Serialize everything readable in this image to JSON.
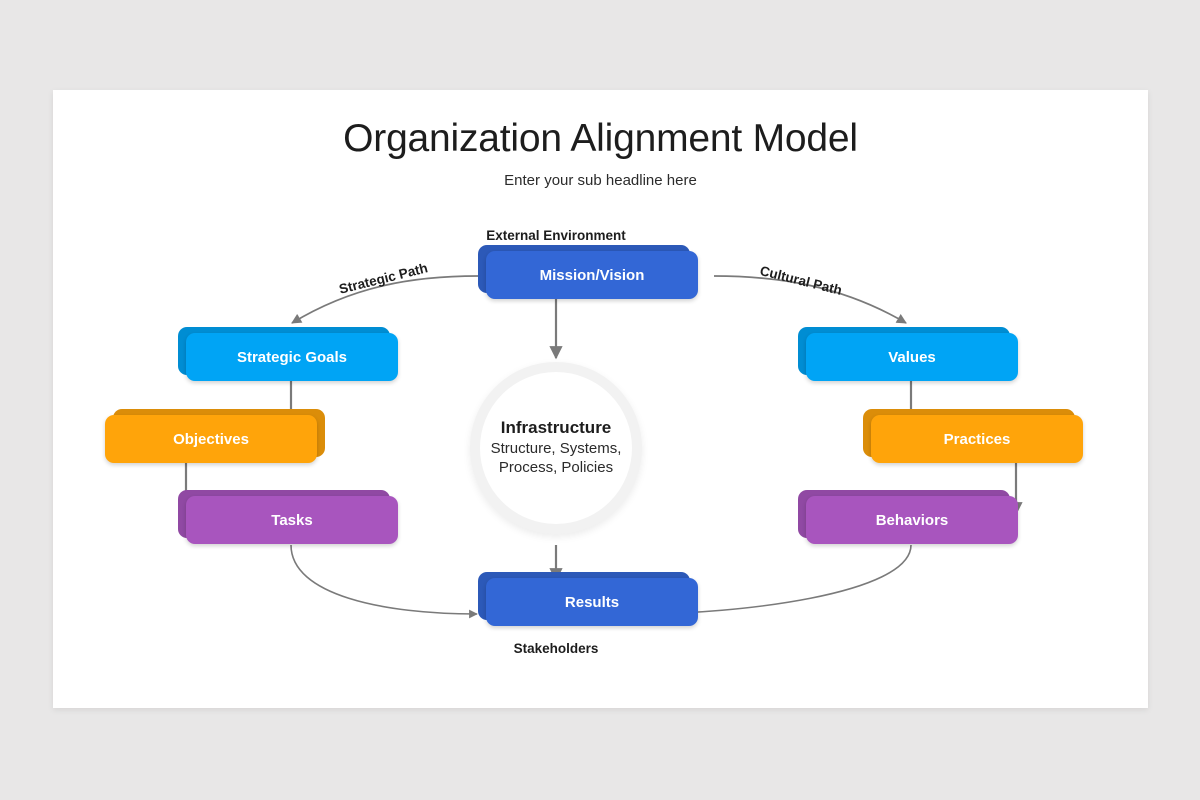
{
  "slide": {
    "title": "Organization Alignment Model",
    "subtitle": "Enter your sub headline here",
    "background_color": "#e8e7e7",
    "canvas_color": "#ffffff"
  },
  "labels": {
    "external_environment": "External Environment",
    "stakeholders": "Stakeholders",
    "strategic_path": "Strategic Path",
    "cultural_path": "Cultural Path"
  },
  "center": {
    "title": "Infrastructure",
    "line1": "Structure, Systems,",
    "line2": "Process, Policies",
    "ring_color": "#f2f2f2",
    "fill_color": "#ffffff"
  },
  "palette": {
    "blue": "#3367d6",
    "light_blue": "#00a4f5",
    "orange": "#ffa40a",
    "purple": "#a855be",
    "connector": "#7a7a7a"
  },
  "nodes": [
    {
      "id": "mission-vision",
      "label": "Mission/Vision",
      "color": "#3367d6"
    },
    {
      "id": "strategic-goals",
      "label": "Strategic Goals",
      "color": "#00a4f5"
    },
    {
      "id": "objectives",
      "label": "Objectives",
      "color": "#ffa40a"
    },
    {
      "id": "tasks",
      "label": "Tasks",
      "color": "#a855be"
    },
    {
      "id": "values",
      "label": "Values",
      "color": "#00a4f5"
    },
    {
      "id": "practices",
      "label": "Practices",
      "color": "#ffa40a"
    },
    {
      "id": "behaviors",
      "label": "Behaviors",
      "color": "#a855be"
    },
    {
      "id": "results",
      "label": "Results",
      "color": "#3367d6"
    }
  ]
}
